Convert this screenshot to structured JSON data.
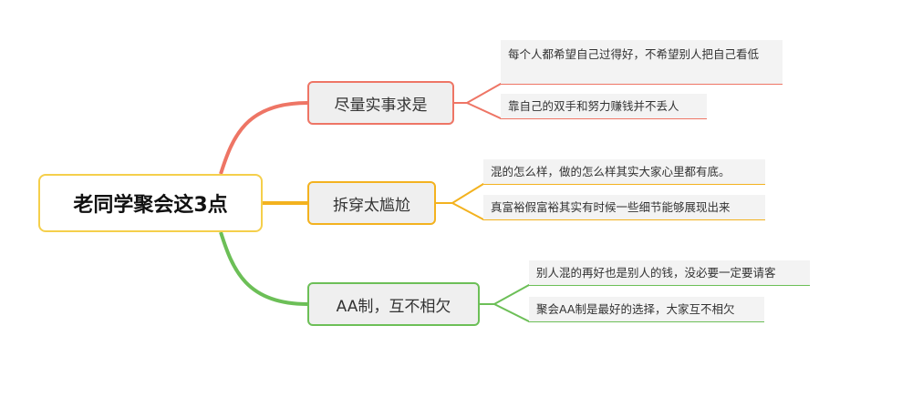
{
  "mindmap": {
    "root": {
      "label": "老同学聚会这3点",
      "color": "#f5cf4b"
    },
    "branches": [
      {
        "label": "尽量实事求是",
        "color": "#ee7565",
        "leaves": [
          "每个人都希望自己过得好，不希望别人把自己看低",
          "靠自己的双手和努力赚钱并不丢人"
        ]
      },
      {
        "label": "拆穿太尴尬",
        "color": "#f3b21f",
        "leaves": [
          "混的怎么样，做的怎么样其实大家心里都有底。",
          "真富裕假富裕其实有时候一些细节能够展现出来"
        ]
      },
      {
        "label": "AA制，互不相欠",
        "color": "#6cbf57",
        "leaves": [
          "别人混的再好也是别人的钱，没必要一定要请客",
          "聚会AA制是最好的选择，大家互不相欠"
        ]
      }
    ]
  }
}
